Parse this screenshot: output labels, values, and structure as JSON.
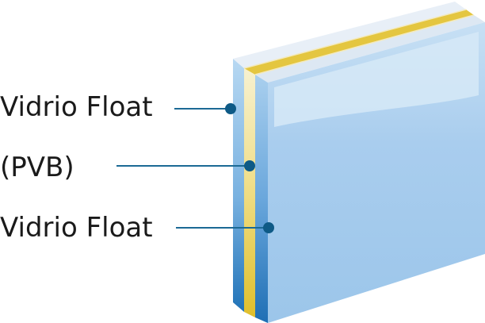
{
  "labels": {
    "outer_glass": "Vidrio Float",
    "interlayer": "(PVB)",
    "inner_glass": "Vidrio Float"
  },
  "colors": {
    "glass_face_light": "#bcd9f1",
    "glass_face_mid": "#9cc6ea",
    "glass_edge_blue": "#1f6fb5",
    "pvb_yellow": "#e3c53a",
    "pvb_light": "#f4ecc0",
    "top_face": "#e6eef6",
    "leader_line": "#1c6a95",
    "marker_dot": "#0e5a86",
    "text": "#1a1a1a"
  }
}
